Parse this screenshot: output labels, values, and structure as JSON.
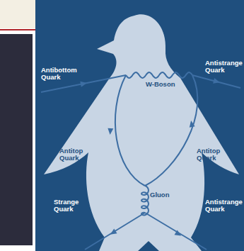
{
  "diagram": {
    "labels": [
      "Antibottom Quark",
      "W-Boson",
      "Antistrange Quark",
      "Antitop Quark",
      "Antitop Quark",
      "Gluon",
      "Strange Quark",
      "Antistrange Quark"
    ]
  }
}
